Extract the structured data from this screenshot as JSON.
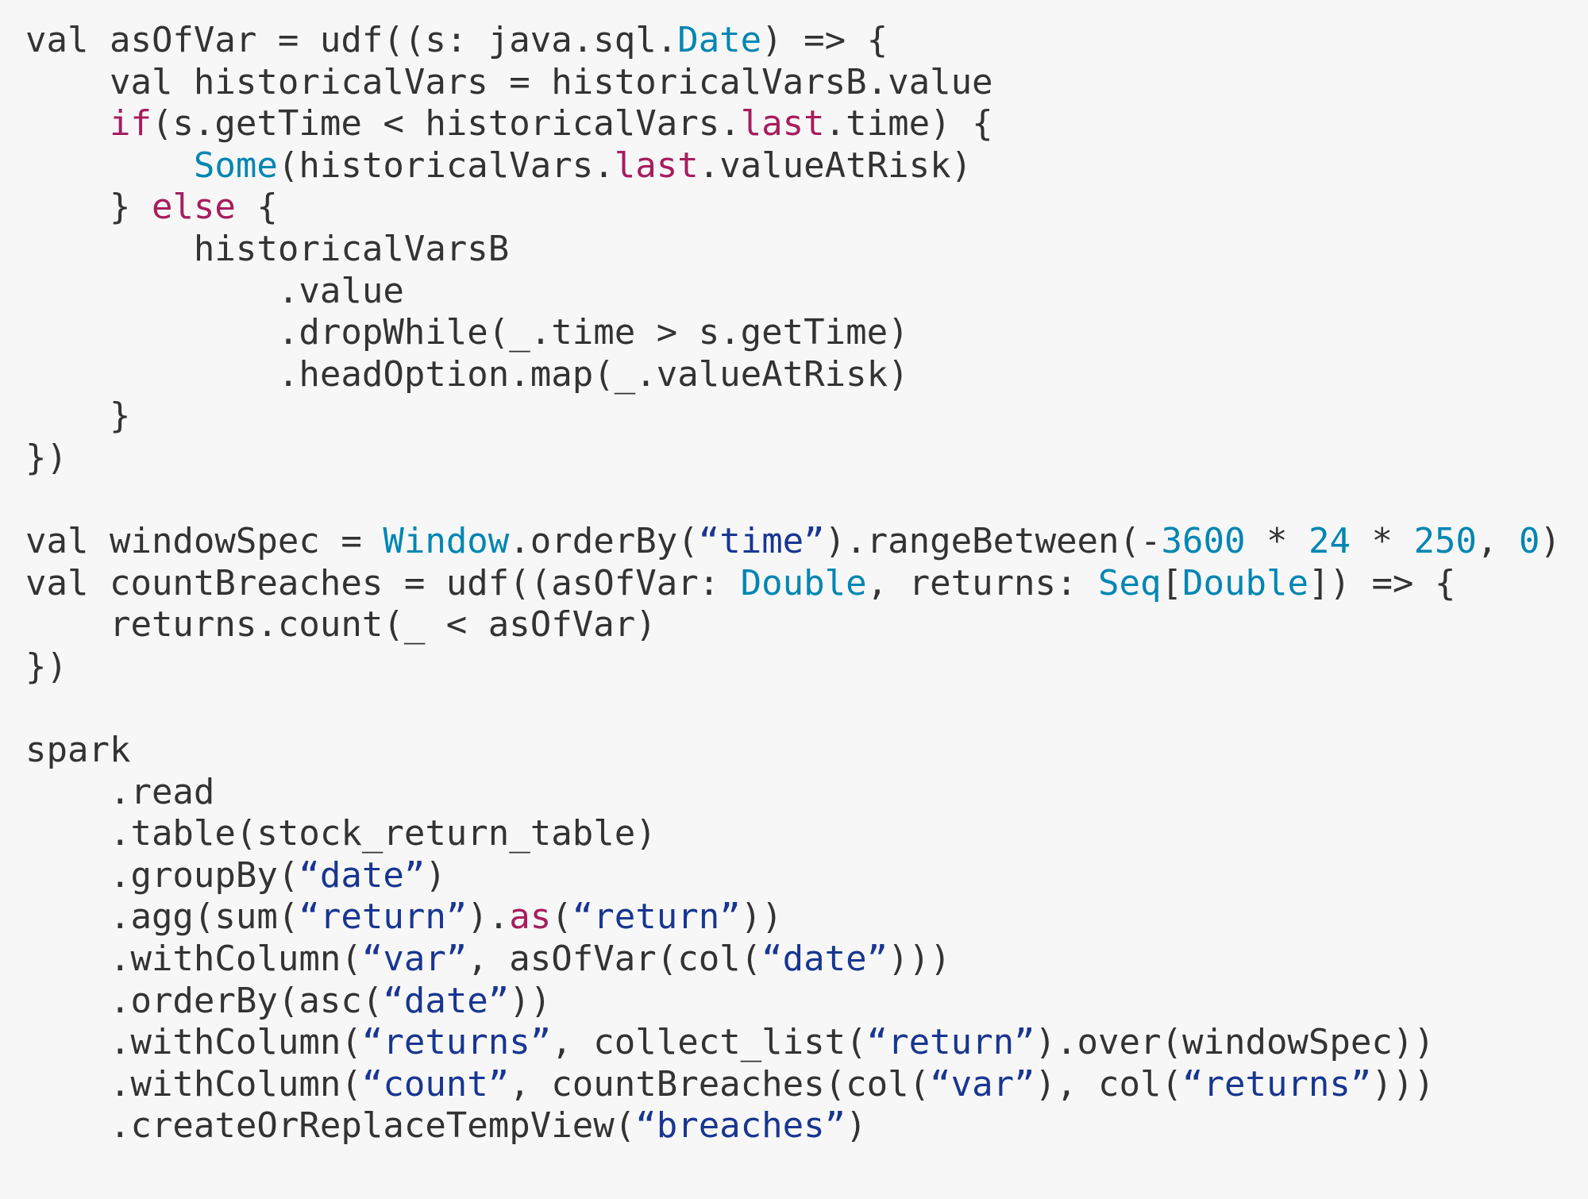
{
  "colors": {
    "text": "#333333",
    "keyword": "#a71d5d",
    "type": "#0086b3",
    "string": "#183691",
    "background": "#f7f7f7"
  },
  "code_lines": [
    [
      [
        "t",
        "val asOfVar = udf((s: java.sql."
      ],
      [
        "ty",
        "Date"
      ],
      [
        "t",
        ") => {"
      ]
    ],
    [
      [
        "t",
        "    val historicalVars = historicalVarsB.value"
      ]
    ],
    [
      [
        "t",
        "    "
      ],
      [
        "kw",
        "if"
      ],
      [
        "t",
        "(s.getTime < historicalVars."
      ],
      [
        "kw",
        "last"
      ],
      [
        "t",
        ".time) {"
      ]
    ],
    [
      [
        "t",
        "        "
      ],
      [
        "ty",
        "Some"
      ],
      [
        "t",
        "(historicalVars."
      ],
      [
        "kw",
        "last"
      ],
      [
        "t",
        ".valueAtRisk)"
      ]
    ],
    [
      [
        "t",
        "    } "
      ],
      [
        "kw",
        "else"
      ],
      [
        "t",
        " {"
      ]
    ],
    [
      [
        "t",
        "        historicalVarsB"
      ]
    ],
    [
      [
        "t",
        "            .value"
      ]
    ],
    [
      [
        "t",
        "            .dropWhile(_.time > s.getTime)"
      ]
    ],
    [
      [
        "t",
        "            .headOption.map(_.valueAtRisk)"
      ]
    ],
    [
      [
        "t",
        "    }"
      ]
    ],
    [
      [
        "t",
        "})"
      ]
    ],
    [],
    [
      [
        "t",
        "val windowSpec = "
      ],
      [
        "ty",
        "Window"
      ],
      [
        "t",
        ".orderBy("
      ],
      [
        "str",
        "“time”"
      ],
      [
        "t",
        ").rangeBetween(-"
      ],
      [
        "num",
        "3600"
      ],
      [
        "t",
        " * "
      ],
      [
        "num",
        "24"
      ],
      [
        "t",
        " * "
      ],
      [
        "num",
        "250"
      ],
      [
        "t",
        ", "
      ],
      [
        "num",
        "0"
      ],
      [
        "t",
        ")"
      ]
    ],
    [
      [
        "t",
        "val countBreaches = udf((asOfVar: "
      ],
      [
        "ty",
        "Double"
      ],
      [
        "t",
        ", returns: "
      ],
      [
        "ty",
        "Seq"
      ],
      [
        "t",
        "["
      ],
      [
        "ty",
        "Double"
      ],
      [
        "t",
        "]) => {"
      ]
    ],
    [
      [
        "t",
        "    returns.count(_ < asOfVar)"
      ]
    ],
    [
      [
        "t",
        "})"
      ]
    ],
    [],
    [
      [
        "t",
        "spark"
      ]
    ],
    [
      [
        "t",
        "    .read"
      ]
    ],
    [
      [
        "t",
        "    .table(stock_return_table)"
      ]
    ],
    [
      [
        "t",
        "    .groupBy("
      ],
      [
        "str",
        "“date”"
      ],
      [
        "t",
        ")"
      ]
    ],
    [
      [
        "t",
        "    .agg(sum("
      ],
      [
        "str",
        "“return”"
      ],
      [
        "t",
        ")."
      ],
      [
        "kw",
        "as"
      ],
      [
        "t",
        "("
      ],
      [
        "str",
        "“return”"
      ],
      [
        "t",
        "))"
      ]
    ],
    [
      [
        "t",
        "    .withColumn("
      ],
      [
        "str",
        "“var”"
      ],
      [
        "t",
        ", asOfVar(col("
      ],
      [
        "str",
        "“date”"
      ],
      [
        "t",
        ")))"
      ]
    ],
    [
      [
        "t",
        "    .orderBy(asc("
      ],
      [
        "str",
        "“date”"
      ],
      [
        "t",
        "))"
      ]
    ],
    [
      [
        "t",
        "    .withColumn("
      ],
      [
        "str",
        "“returns”"
      ],
      [
        "t",
        ", collect_list("
      ],
      [
        "str",
        "“return”"
      ],
      [
        "t",
        ").over(windowSpec))"
      ]
    ],
    [
      [
        "t",
        "    .withColumn("
      ],
      [
        "str",
        "“count”"
      ],
      [
        "t",
        ", countBreaches(col("
      ],
      [
        "str",
        "“var”"
      ],
      [
        "t",
        "), col("
      ],
      [
        "str",
        "“returns”"
      ],
      [
        "t",
        ")))"
      ]
    ],
    [
      [
        "t",
        "    .createOrReplaceTempView("
      ],
      [
        "str",
        "“breaches”"
      ],
      [
        "t",
        ")"
      ]
    ]
  ]
}
